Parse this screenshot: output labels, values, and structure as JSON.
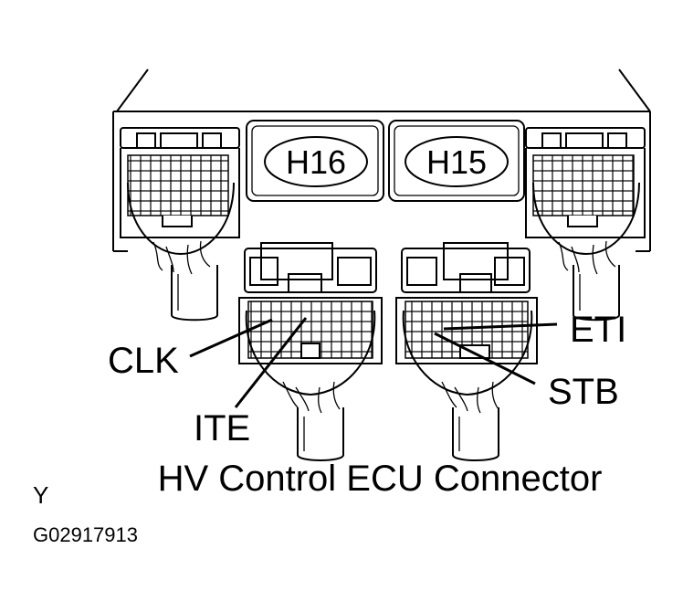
{
  "labels": {
    "connector_h16": "H16",
    "connector_h15": "H15",
    "clk": "CLK",
    "ite": "ITE",
    "eti": "ETI",
    "stb": "STB",
    "title": "HV Control ECU Connector",
    "corner_mark": "Y",
    "figure_id": "G02917913"
  }
}
